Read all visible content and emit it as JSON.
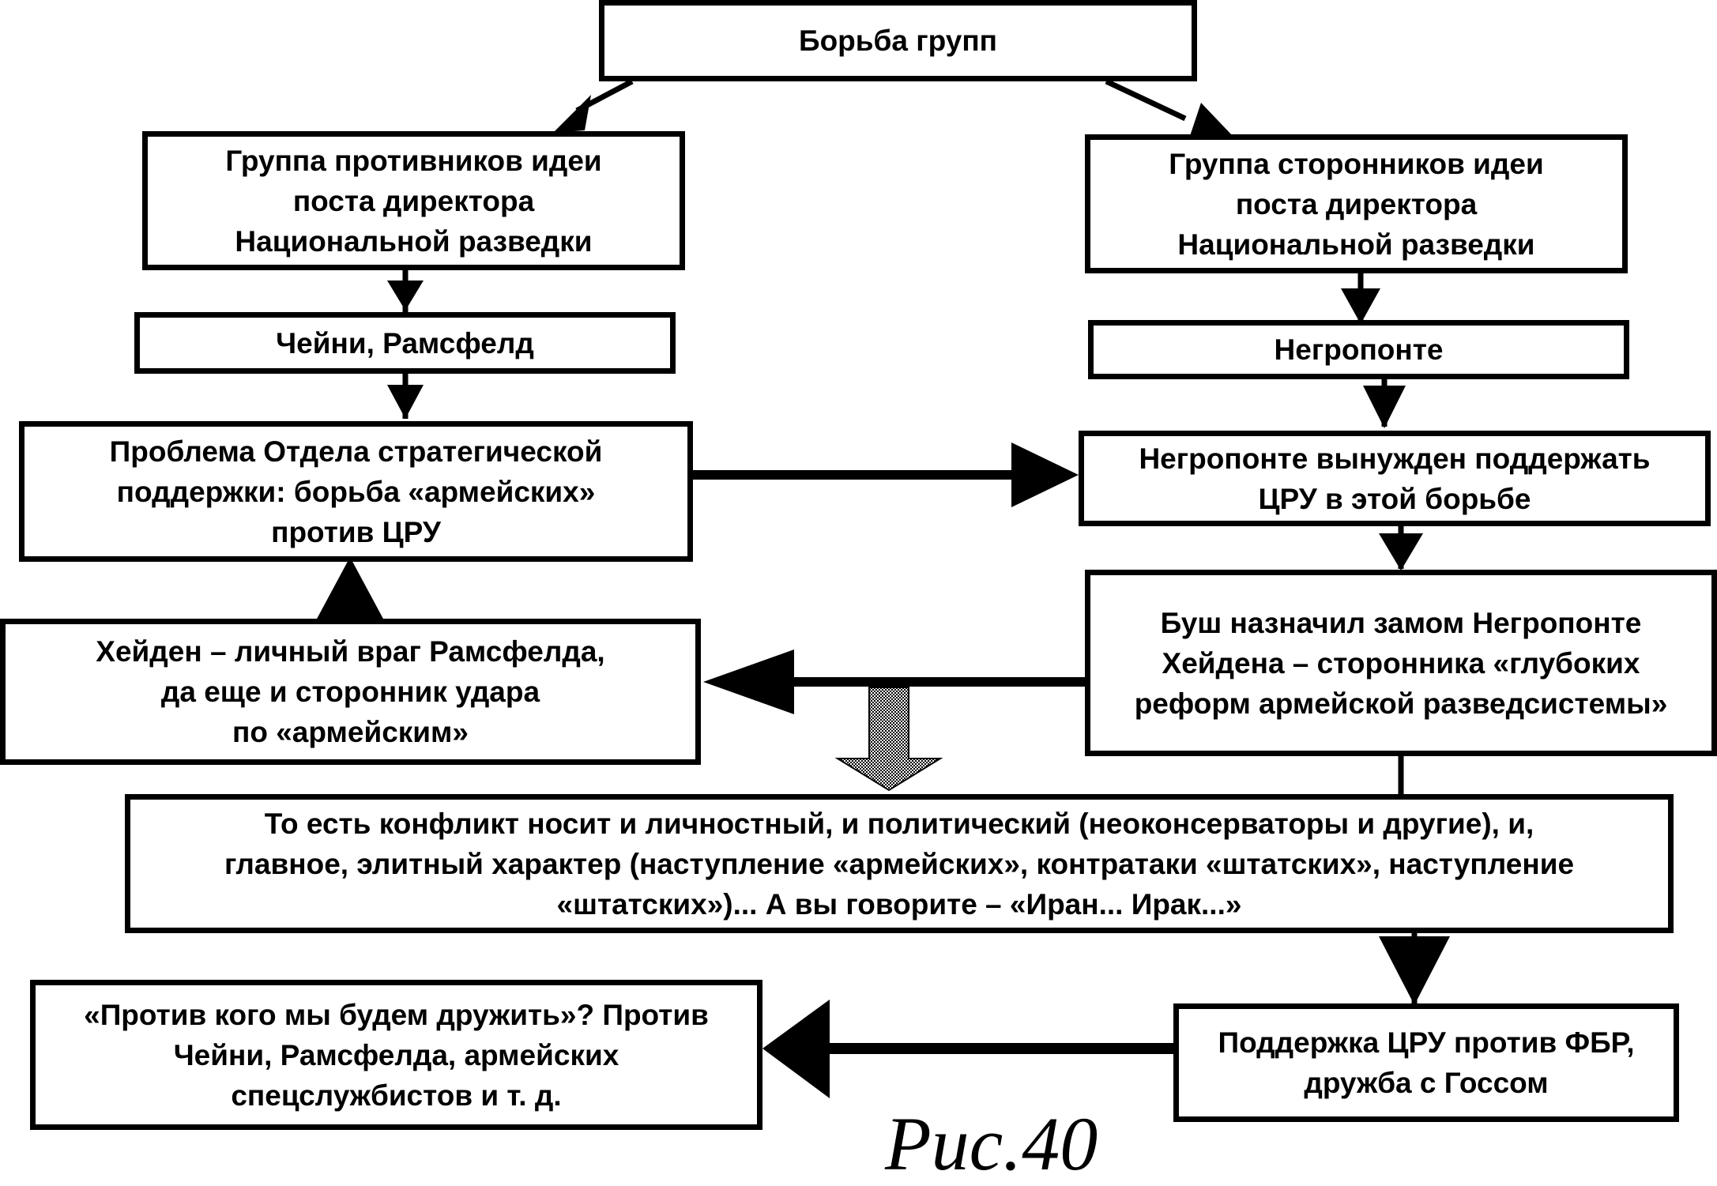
{
  "diagram": {
    "nodes": {
      "root": "Борьба групп",
      "opponents": "Группа противников идеи\nпоста директора\nНациональной разведки",
      "supporters": "Группа сторонников идеи\nпоста директора\nНациональной разведки",
      "cheney_rumsfeld": "Чейни, Рамсфелд",
      "negroponte": "Негропонте",
      "problem": "Проблема Отдела стратегической\nподдержки: борьба «армейских»\nпротив ЦРУ",
      "negroponte_forced": "Негропонте вынужден поддержать\nЦРУ в этой борьбе",
      "bush_appointed": "Буш назначил замом Негропонте\nХейдена – сторонника «глубоких\nреформ армейской разведсистемы»",
      "hayden": "Хейден – личный враг Рамсфелда,\nда еще и сторонник удара\nпо «армейским»",
      "conclusion": "То есть конфликт носит и личностный, и политический (неоконсерваторы и другие), и,\nглавное, элитный характер (наступление «армейских», контратаки «штатских», наступление\n«штатских»)... А вы говорите – «Иран... Ирак...»",
      "cia_support": "Поддержка ЦРУ против ФБР,\nдружба с Госсом",
      "against_whom": "«Против кого мы будем дружить»? Против\nЧейни, Рамсфелда, армейских\nспецслужбистов и т. д."
    },
    "edges": [
      {
        "from": "root",
        "to": "opponents"
      },
      {
        "from": "root",
        "to": "supporters"
      },
      {
        "from": "opponents",
        "to": "cheney_rumsfeld"
      },
      {
        "from": "supporters",
        "to": "negroponte"
      },
      {
        "from": "cheney_rumsfeld",
        "to": "problem"
      },
      {
        "from": "negroponte",
        "to": "negroponte_forced"
      },
      {
        "from": "problem",
        "to": "negroponte_forced"
      },
      {
        "from": "negroponte_forced",
        "to": "bush_appointed"
      },
      {
        "from": "bush_appointed",
        "to": "hayden"
      },
      {
        "from": "hayden",
        "to": "problem"
      },
      {
        "from": "bush_appointed",
        "to": "conclusion",
        "style": "gray-hatched"
      },
      {
        "from": "conclusion",
        "to": "cia_support"
      },
      {
        "from": "cia_support",
        "to": "against_whom"
      }
    ],
    "caption": "Рис.40"
  }
}
